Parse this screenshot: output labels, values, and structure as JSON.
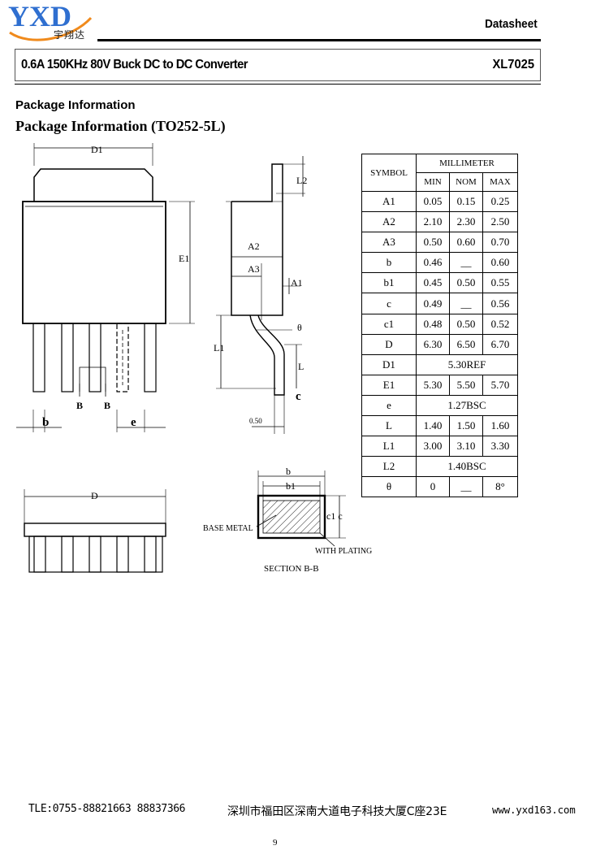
{
  "header": {
    "logo_text": "YXD",
    "logo_subtitle": "宇翔达",
    "doc_type": "Datasheet",
    "product_title": "0.6A 150KHz 80V Buck DC to DC Converter",
    "part_number": "XL7025"
  },
  "section": {
    "title": "Package Information",
    "subtitle": "Package Information (TO252-5L)"
  },
  "drawing": {
    "labels": {
      "D1": "D1",
      "E1": "E1",
      "b": "b",
      "B1": "B",
      "B2": "B",
      "e": "e",
      "L2": "L2",
      "A2": "A2",
      "A3": "A3",
      "A1": "A1",
      "theta": "θ",
      "L1": "L1",
      "L": "L",
      "c": "c",
      "dim050": "0.50",
      "D": "D",
      "sec_b": "b",
      "sec_b1": "b1",
      "sec_c1c": "c1 c",
      "base_metal": "BASE METAL",
      "with_plating": "WITH PLATING",
      "section_bb": "SECTION B-B"
    }
  },
  "dimension_table": {
    "header_symbol": "SYMBOL",
    "header_unit": "MILLIMETER",
    "columns": [
      "MIN",
      "NOM",
      "MAX"
    ],
    "rows": [
      {
        "symbol": "A1",
        "min": "0.05",
        "nom": "0.15",
        "max": "0.25"
      },
      {
        "symbol": "A2",
        "min": "2.10",
        "nom": "2.30",
        "max": "2.50"
      },
      {
        "symbol": "A3",
        "min": "0.50",
        "nom": "0.60",
        "max": "0.70"
      },
      {
        "symbol": "b",
        "min": "0.46",
        "nom": "__",
        "max": "0.60"
      },
      {
        "symbol": "b1",
        "min": "0.45",
        "nom": "0.50",
        "max": "0.55"
      },
      {
        "symbol": "c",
        "min": "0.49",
        "nom": "__",
        "max": "0.56"
      },
      {
        "symbol": "c1",
        "min": "0.48",
        "nom": "0.50",
        "max": "0.52"
      },
      {
        "symbol": "D",
        "min": "6.30",
        "nom": "6.50",
        "max": "6.70"
      },
      {
        "symbol": "D1",
        "span": "5.30REF"
      },
      {
        "symbol": "E1",
        "min": "5.30",
        "nom": "5.50",
        "max": "5.70"
      },
      {
        "symbol": "e",
        "span": "1.27BSC"
      },
      {
        "symbol": "L",
        "min": "1.40",
        "nom": "1.50",
        "max": "1.60"
      },
      {
        "symbol": "L1",
        "min": "3.00",
        "nom": "3.10",
        "max": "3.30"
      },
      {
        "symbol": "L2",
        "span": "1.40BSC"
      },
      {
        "symbol": "θ",
        "min": "0",
        "nom": "__",
        "max": "8°"
      }
    ]
  },
  "footer": {
    "phone": "TLE:0755-88821663  88837366",
    "address": "深圳市福田区深南大道电子科技大厦C座23E",
    "website": "www.yxd163.com",
    "page_number": "9"
  },
  "colors": {
    "logo_blue": "#2f6fd0",
    "logo_orange": "#f08a1c"
  }
}
